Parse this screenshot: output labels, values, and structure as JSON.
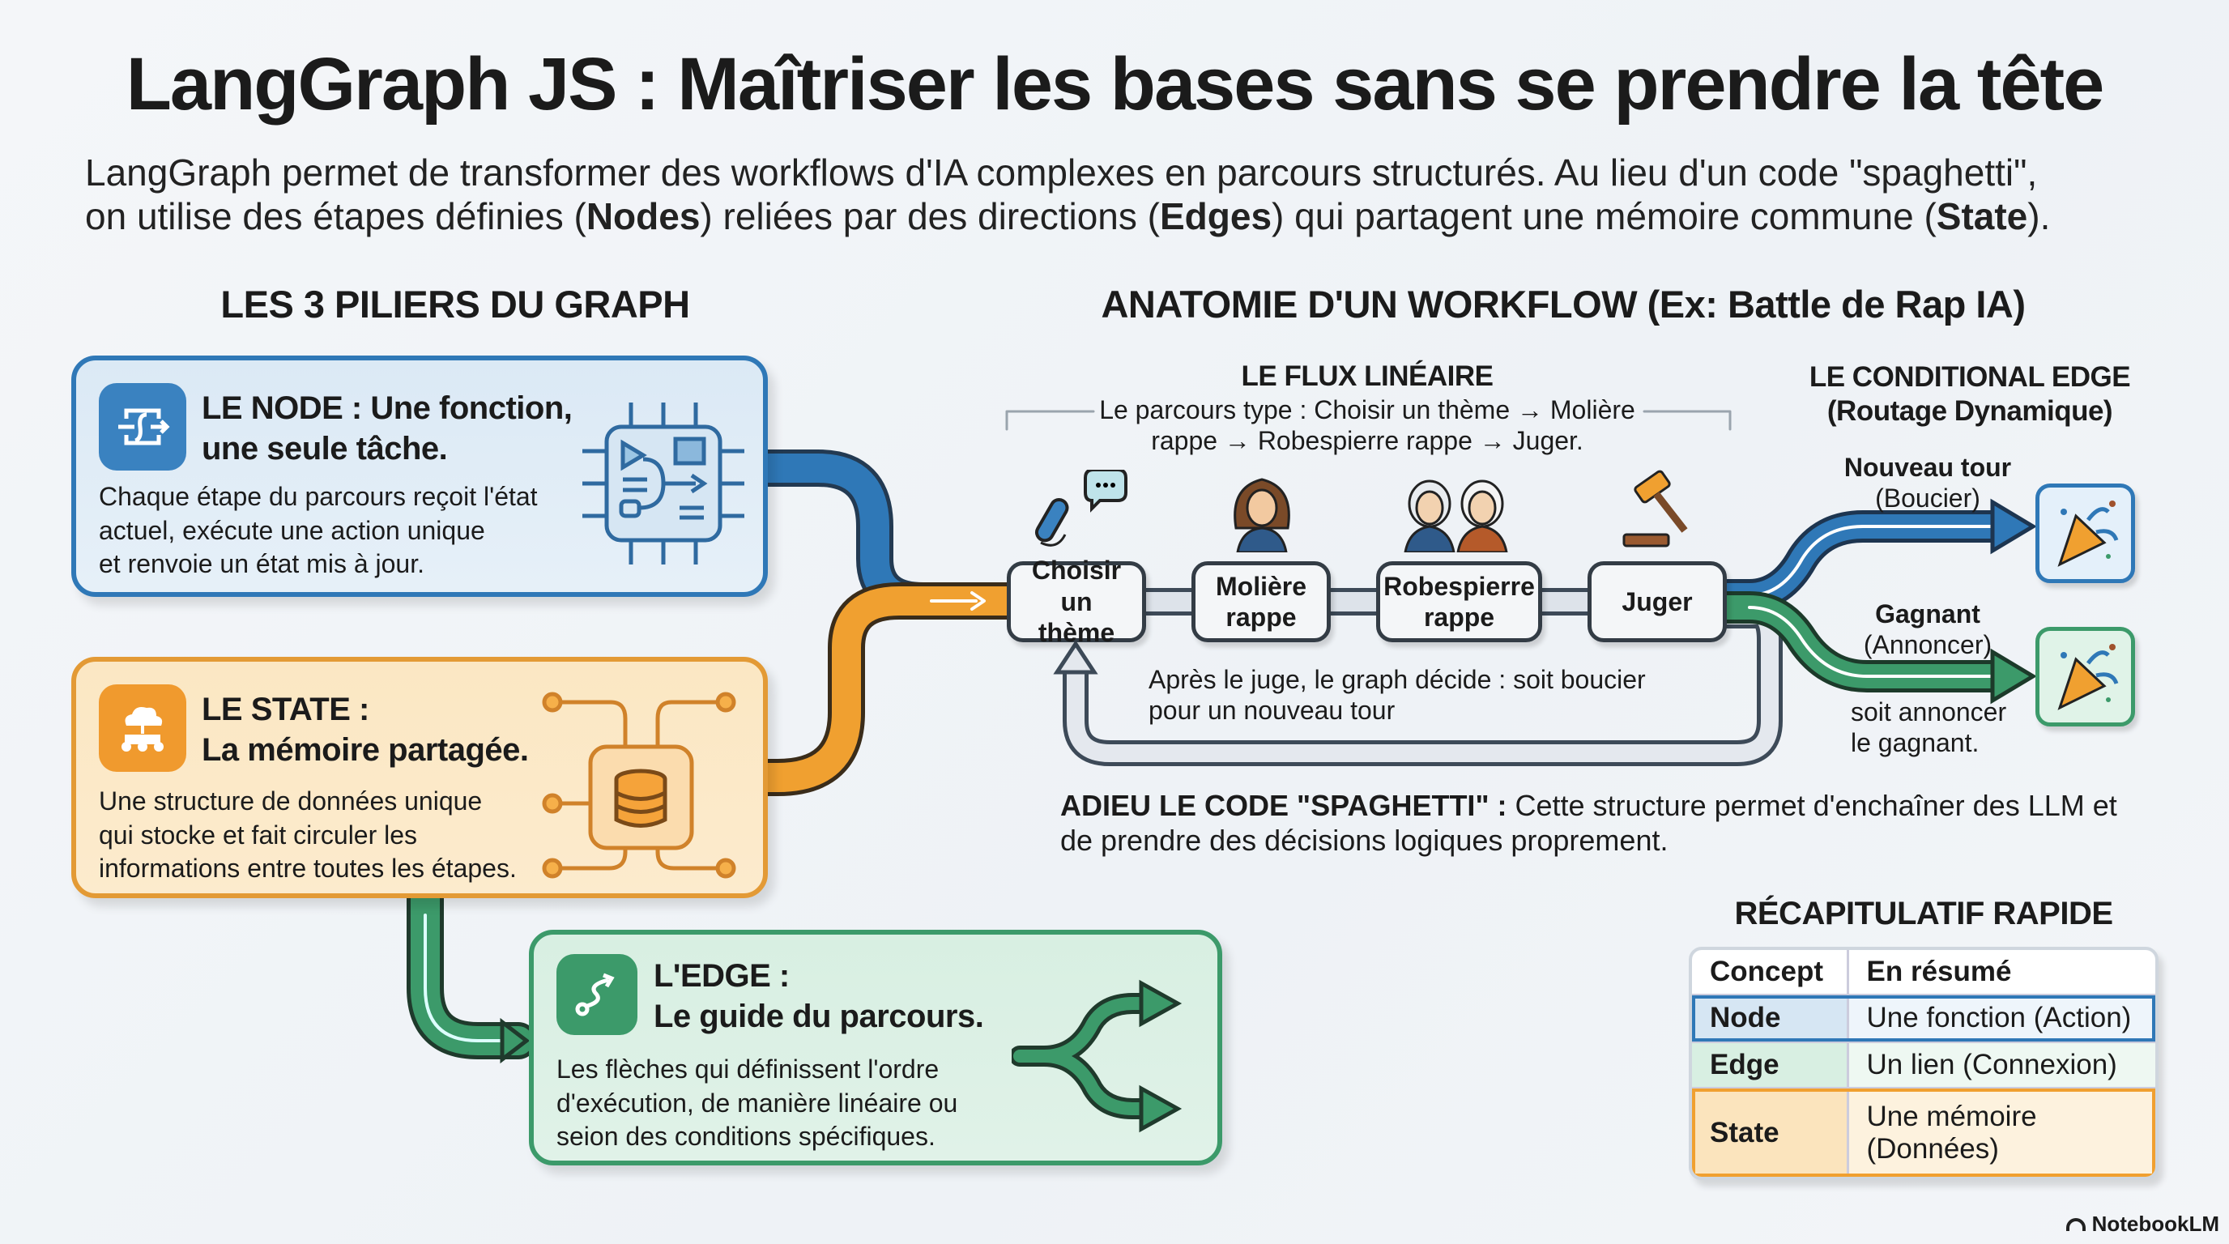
{
  "title": "LangGraph JS : Maîtriser les bases sans se prendre la tête",
  "intro": {
    "line1": "LangGraph permet de transformer des workflows d'IA complexes en parcours structurés. Au lieu d'un code \"spaghetti\",",
    "line2_a": "on utilise des étapes définies (",
    "nodes": "Nodes",
    "line2_b": ") reliées par des directions (",
    "edges": "Edges",
    "line2_c": ") qui partagent une mémoire commune (",
    "state": "State",
    "line2_d": ")."
  },
  "pillars": {
    "heading": "LES 3 PILIERS DU GRAPH",
    "node": {
      "title1": "LE NODE : Une fonction,",
      "title2": "une seule tâche.",
      "body": [
        "Chaque étape du parcours reçoit l'état",
        "actuel, exécute une action unique",
        "et renvoie un état mis à jour."
      ]
    },
    "state": {
      "title1": "LE STATE :",
      "title2": "La mémoire partagée.",
      "body": [
        "Une structure de données unique",
        "qui stocke et fait circuler les",
        "informations entre toutes les étapes."
      ]
    },
    "edge": {
      "title1": "L'EDGE :",
      "title2": "Le guide du parcours.",
      "body": [
        "Les flèches qui définissent l'ordre",
        "d'exécution, de manière linéaire ou",
        "seion des conditions spécifiques."
      ]
    }
  },
  "workflow": {
    "heading": "ANATOMIE D'UN WORKFLOW (Ex: Battle de Rap IA)",
    "linear": {
      "heading": "LE FLUX LINÉAIRE",
      "line1": "Le parcours type : Choisir un thème → Molière",
      "line2": "rappe → Robespierre rappe → Juger."
    },
    "nodes": [
      {
        "l1": "Choisir un",
        "l2": "thème"
      },
      {
        "l1": "Molière",
        "l2": "rappe"
      },
      {
        "l1": "Robespierre",
        "l2": "rappe"
      },
      {
        "l1": "Juger",
        "l2": ""
      }
    ],
    "conditional": {
      "heading1": "LE CONDITIONAL EDGE",
      "heading2": "(Routage Dynamique)",
      "branch1_1": "Nouveau tour",
      "branch1_2": "(Boucier)",
      "branch2_1": "Gagnant",
      "branch2_2": "(Annoncer)",
      "note1": "soit annoncer",
      "note2": "le gagnant."
    },
    "loop_note": {
      "line1": "Après le juge, le graph décide : soit boucier",
      "line2": "pour un nouveau tour"
    },
    "adieu": {
      "bold": "ADIEU LE CODE \"SPAGHETTI\" :",
      "line1": " Cette structure permet d'enchaîner des LLM et",
      "line2": "de prendre des décisions logiques proprement."
    }
  },
  "recap": {
    "heading": "RÉCAPITULATIF RAPIDE",
    "headers": [
      "Concept",
      "En résumé"
    ],
    "rows": [
      [
        "Node",
        "Une fonction (Action)"
      ],
      [
        "Edge",
        "Un lien (Connexion)"
      ],
      [
        "State",
        "Une mémoire (Données)"
      ]
    ]
  },
  "footer": {
    "brand": "NotebookLM"
  },
  "colors": {
    "blue": "#2f78b7",
    "orange": "#f0a030",
    "green": "#3c9a6a",
    "dark": "#2a3440"
  }
}
